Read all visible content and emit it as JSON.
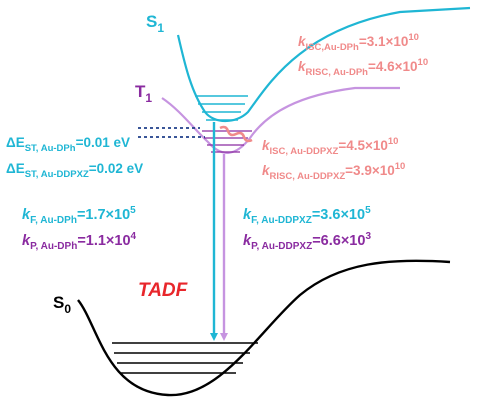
{
  "colors": {
    "cyan": "#1fb6d4",
    "purple": "#8a2ba0",
    "light_purple": "#c694e0",
    "pink": "#f08a8a",
    "red": "#e8262b",
    "black": "#000000"
  },
  "states": {
    "s1": {
      "letter": "S",
      "sub": "1"
    },
    "t1": {
      "letter": "T",
      "sub": "1"
    },
    "s0": {
      "letter": "S",
      "sub": "0"
    }
  },
  "rates_dph_upper": {
    "isc": {
      "k": "k",
      "sub": "ISC,Au-DPh",
      "eq": "=3.1×10",
      "exp": "10"
    },
    "risc": {
      "k": "k",
      "sub": "RISC, Au-DPh",
      "eq": "=4.6×10",
      "exp": "10"
    }
  },
  "rates_ddpxz_middle": {
    "isc": {
      "k": "k",
      "sub": "ISC, Au-DDPXZ",
      "eq": "=4.5×10",
      "exp": "10"
    },
    "risc": {
      "k": "k",
      "sub": "RISC, Au-DDPXZ",
      "eq": "=3.9×10",
      "exp": "10"
    }
  },
  "energy_gaps": {
    "dph": {
      "prefix": "ΔE",
      "sub": "ST, Au-DPh",
      "value": "=0.01 eV"
    },
    "ddpxz": {
      "prefix": "ΔE",
      "sub": "ST, Au-DDPXZ",
      "value": "=0.02 eV"
    }
  },
  "radiative_dph": {
    "kf": {
      "k": "k",
      "sub": "F, Au-DPh",
      "eq": "=1.7×10",
      "exp": "5"
    },
    "kp": {
      "k": "k",
      "sub": "P, Au-DPh",
      "eq": "=1.1×10",
      "exp": "4"
    }
  },
  "radiative_ddpxz": {
    "kf": {
      "k": "k",
      "sub": "F, Au-DDPXZ",
      "eq": "=3.6×10",
      "exp": "5"
    },
    "kp": {
      "k": "k",
      "sub": "P, Au-DDPXZ",
      "eq": "=6.6×10",
      "exp": "3"
    }
  },
  "tadf_label": "TADF"
}
